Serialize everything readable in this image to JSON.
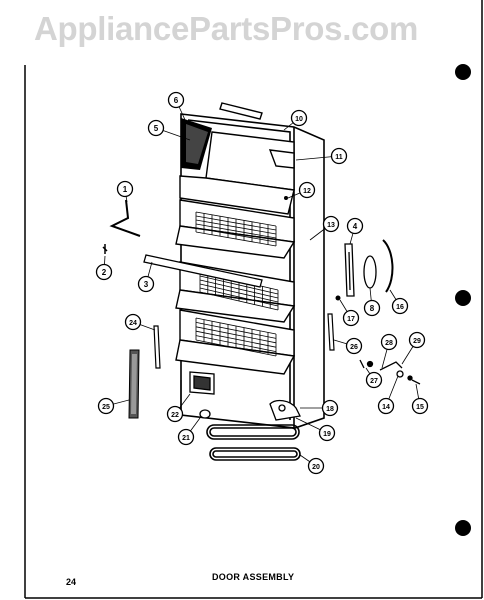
{
  "watermark": "AppliancePartsPros.com",
  "page_number": "24",
  "title": "DOOR ASSEMBLY",
  "callouts": [
    "1",
    "2",
    "3",
    "4",
    "5",
    "6",
    "8",
    "10",
    "11",
    "12",
    "13",
    "14",
    "15",
    "16",
    "17",
    "18",
    "19",
    "20",
    "21",
    "22",
    "24",
    "25",
    "26",
    "27",
    "28",
    "29"
  ],
  "colors": {
    "ink": "#000000",
    "paper": "#ffffff",
    "watermark": "#d4d4d4"
  }
}
